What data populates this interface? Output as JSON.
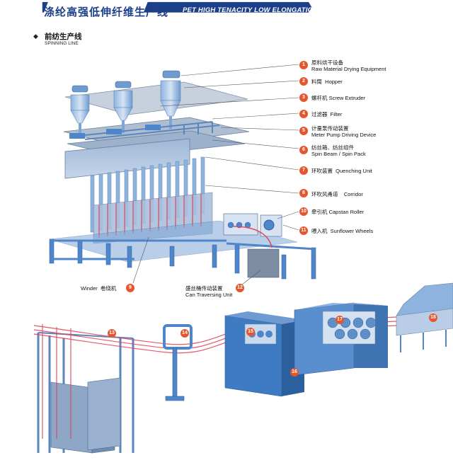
{
  "header": {
    "title_cn": "涤纶高强低伸纤维生产线",
    "title_en": "PET HIGH TENACITY LOW ELONGATION FIBER LINE"
  },
  "section": {
    "title_cn": "前纺生产线",
    "title_en": "SPINNING LINE"
  },
  "callouts": [
    {
      "num": "1",
      "cn": "原料烘干设备",
      "en": "Raw Material Drying Equipment"
    },
    {
      "num": "2",
      "cn": "料筒",
      "en": "Hopper"
    },
    {
      "num": "3",
      "cn": "螺杆机",
      "en": "Screw Extruder"
    },
    {
      "num": "4",
      "cn": "过滤器",
      "en": "Filter"
    },
    {
      "num": "5",
      "cn": "计量泵传动装置",
      "en": "Meter Pump Driving Device"
    },
    {
      "num": "6",
      "cn": "纺丝箱、纺丝组件",
      "en": "Spin Beam / Spin Pack"
    },
    {
      "num": "7",
      "cn": "环吹装置",
      "en": "Quenching Unit"
    },
    {
      "num": "8",
      "cn": "环吹风甬道",
      "en": "Corridor"
    },
    {
      "num": "10",
      "cn": "牵引机",
      "en": "Capstan Roller"
    },
    {
      "num": "11",
      "cn": "喂入机",
      "en": "Sunflower Wheels"
    }
  ],
  "bottom_labels": {
    "winder_en": "Winder",
    "winder_cn": "卷绕机",
    "winder_num": "9",
    "can_cn": "盛丝桶传动装置",
    "can_en": "Can Traversing Unit",
    "can_num": "12"
  },
  "lower_badges": [
    "13",
    "14",
    "15",
    "16",
    "17",
    "18"
  ],
  "colors": {
    "banner_blue": "#1b3f88",
    "machine_blue": "#4f86c9",
    "machine_light": "#b9cde6",
    "fiber_red": "#e0465a",
    "badge_red": "#e4572e"
  }
}
